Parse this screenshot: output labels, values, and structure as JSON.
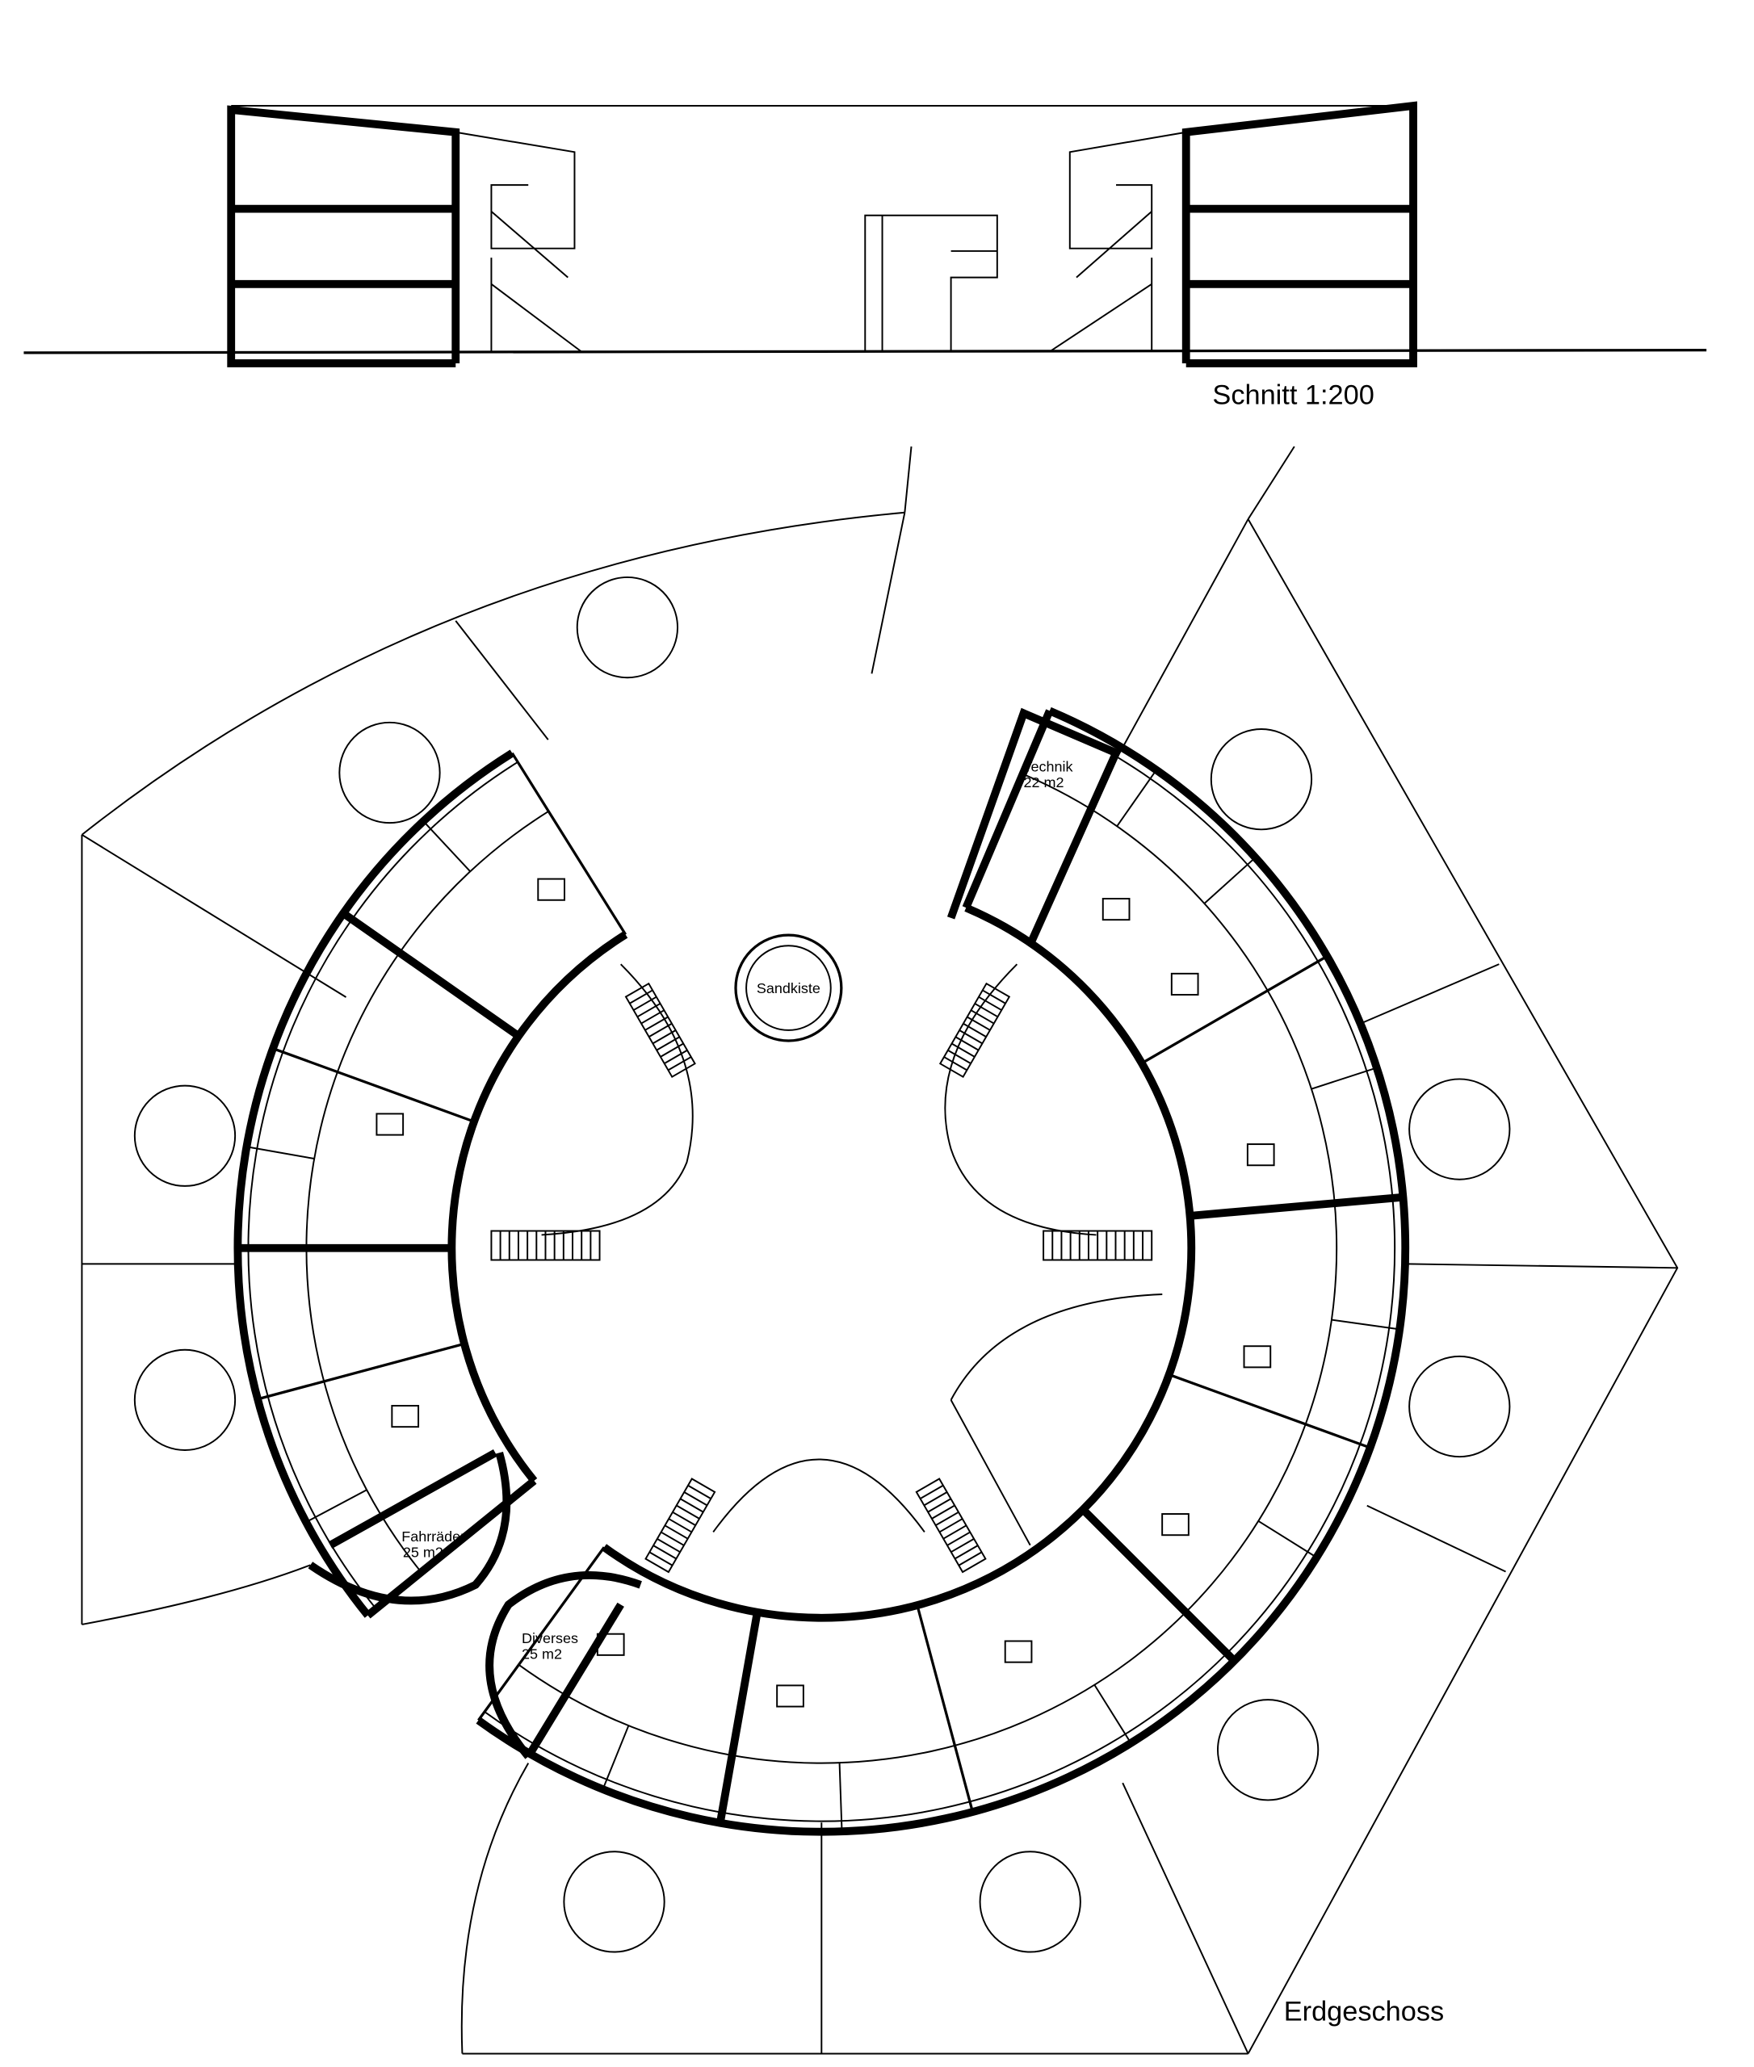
{
  "section": {
    "title": "Schnitt 1:200"
  },
  "plan": {
    "title": "Erdgeschoss",
    "rooms": {
      "sandbox": "Sandkiste",
      "technik_name": "Technik",
      "technik_area": "22 m2",
      "bikes_name": "Fahrräder",
      "bikes_area": "25 m2",
      "misc_name": "Diverses",
      "misc_area": "25 m2"
    }
  }
}
